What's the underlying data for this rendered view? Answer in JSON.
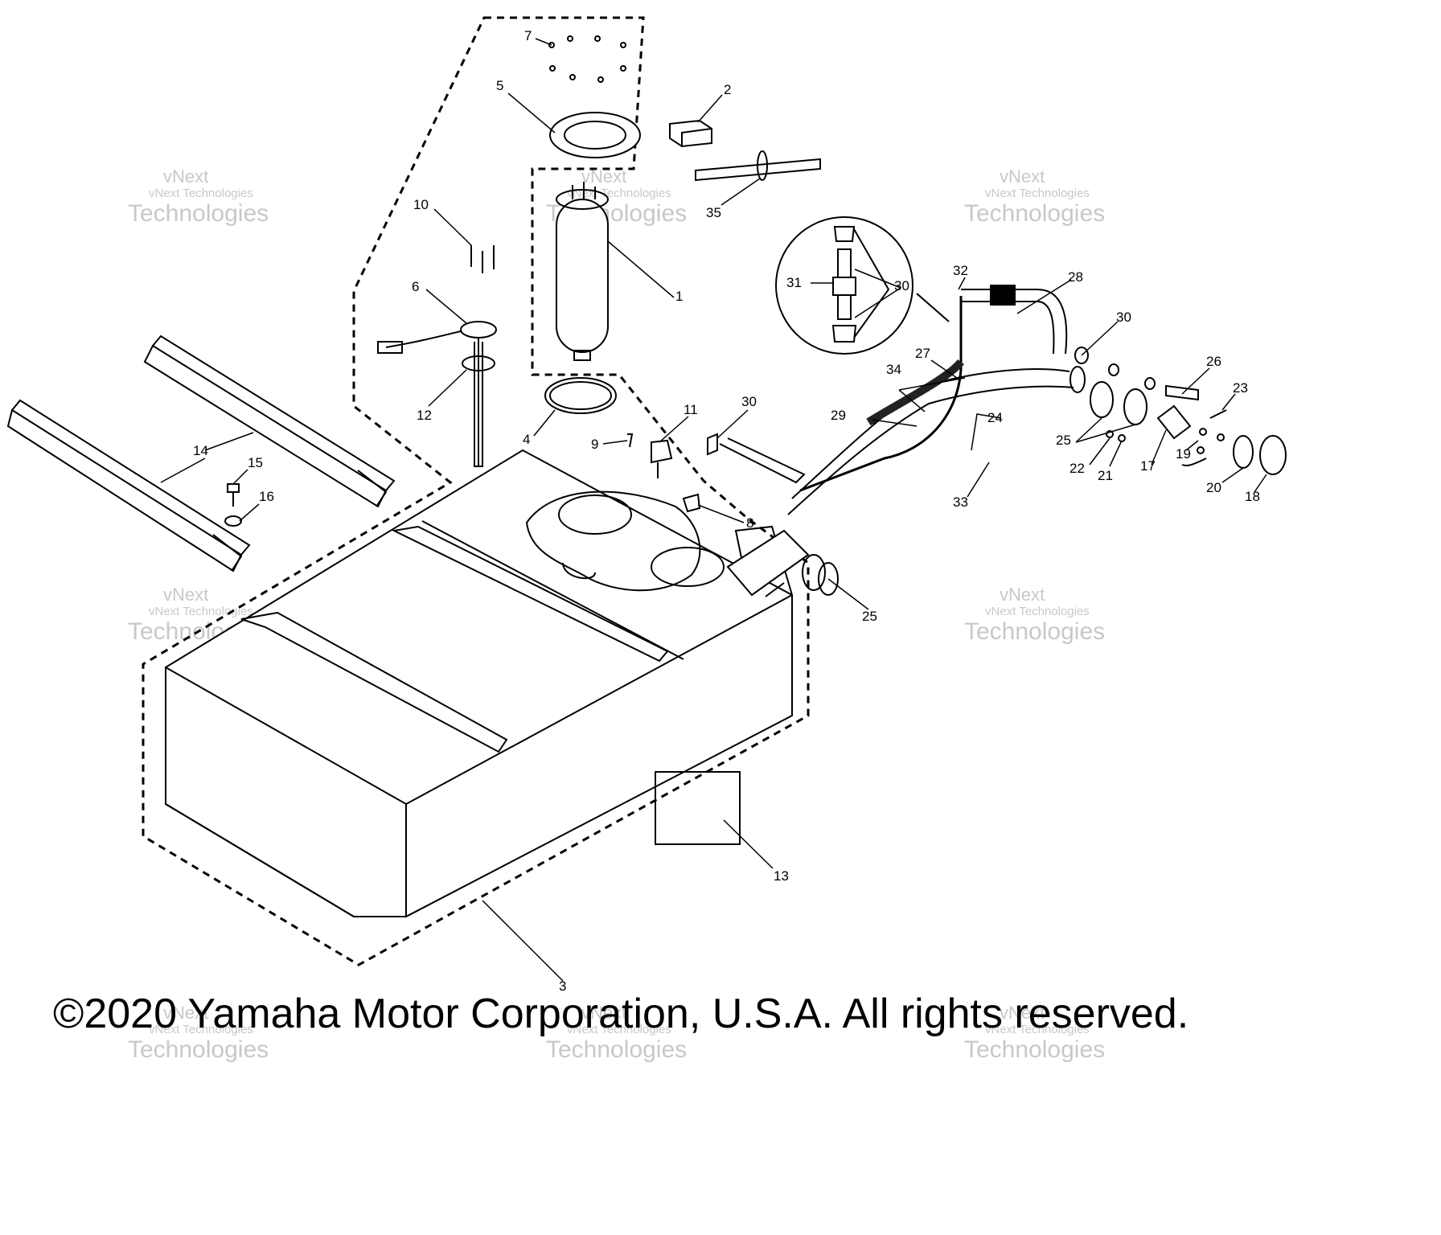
{
  "copyright": "©2020 Yamaha Motor Corporation, U.S.A. All rights reserved.",
  "watermark": {
    "line1": "vNext Technologies",
    "line2": "Technologies",
    "line3": "vNext"
  },
  "callouts": [
    {
      "id": "label-7",
      "text": "7"
    },
    {
      "id": "label-5",
      "text": "5"
    },
    {
      "id": "label-2",
      "text": "2"
    },
    {
      "id": "label-35",
      "text": "35"
    },
    {
      "id": "label-1",
      "text": "1"
    },
    {
      "id": "label-10",
      "text": "10"
    },
    {
      "id": "label-6",
      "text": "6"
    },
    {
      "id": "label-12",
      "text": "12"
    },
    {
      "id": "label-4",
      "text": "4"
    },
    {
      "id": "label-11",
      "text": "11"
    },
    {
      "id": "label-30a",
      "text": "30"
    },
    {
      "id": "label-9",
      "text": "9"
    },
    {
      "id": "label-8",
      "text": "8"
    },
    {
      "id": "label-14",
      "text": "14"
    },
    {
      "id": "label-15",
      "text": "15"
    },
    {
      "id": "label-16",
      "text": "16"
    },
    {
      "id": "label-31",
      "text": "31"
    },
    {
      "id": "label-30b",
      "text": "30"
    },
    {
      "id": "label-32",
      "text": "32"
    },
    {
      "id": "label-28",
      "text": "28"
    },
    {
      "id": "label-30c",
      "text": "30"
    },
    {
      "id": "label-27",
      "text": "27"
    },
    {
      "id": "label-34",
      "text": "34"
    },
    {
      "id": "label-29",
      "text": "29"
    },
    {
      "id": "label-24",
      "text": "24"
    },
    {
      "id": "label-26",
      "text": "26"
    },
    {
      "id": "label-23",
      "text": "23"
    },
    {
      "id": "label-25a",
      "text": "25"
    },
    {
      "id": "label-22",
      "text": "22"
    },
    {
      "id": "label-21",
      "text": "21"
    },
    {
      "id": "label-17",
      "text": "17"
    },
    {
      "id": "label-19",
      "text": "19"
    },
    {
      "id": "label-20",
      "text": "20"
    },
    {
      "id": "label-18",
      "text": "18"
    },
    {
      "id": "label-33",
      "text": "33"
    },
    {
      "id": "label-25b",
      "text": "25"
    },
    {
      "id": "label-13",
      "text": "13"
    },
    {
      "id": "label-3",
      "text": "3"
    }
  ]
}
